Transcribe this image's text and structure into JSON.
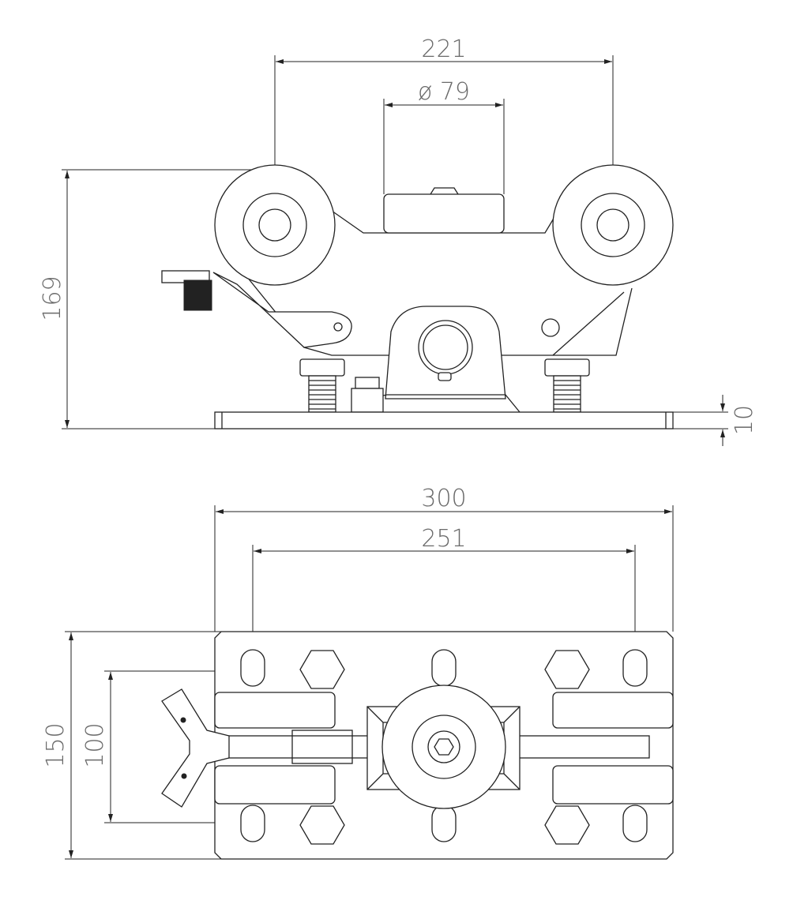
{
  "side_view": {
    "dims": {
      "wheel_spacing": "221",
      "center_diameter": "ø 79",
      "height": "169",
      "plate_thickness": "10"
    }
  },
  "top_view": {
    "dims": {
      "plate_length": "300",
      "hole_spacing_length": "251",
      "plate_width": "150",
      "hole_spacing_width": "100"
    }
  },
  "colors": {
    "line": "#222222",
    "label": "#6a6a6a"
  }
}
